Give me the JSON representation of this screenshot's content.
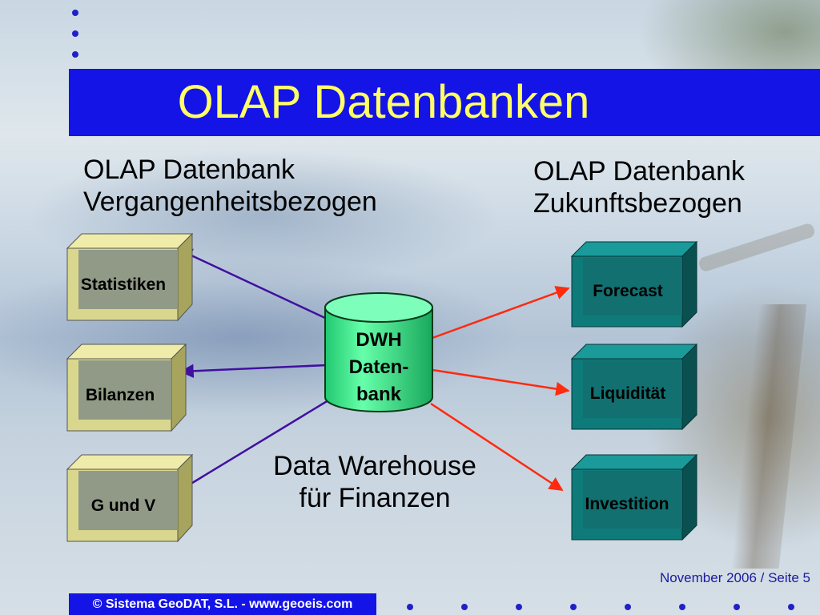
{
  "title": "OLAP Datenbanken",
  "left_heading": {
    "line1": "OLAP Datenbank",
    "line2": "Vergangenheitsbezogen"
  },
  "right_heading": {
    "line1": "OLAP Datenbank",
    "line2": "Zukunftsbezogen"
  },
  "left_boxes": [
    {
      "label": "Statistiken"
    },
    {
      "label": "Bilanzen"
    },
    {
      "label": "G und V"
    }
  ],
  "right_boxes": [
    {
      "label": "Forecast"
    },
    {
      "label": "Liquidität"
    },
    {
      "label": "Investition"
    }
  ],
  "center_db": {
    "line1": "DWH",
    "line2": "Daten-",
    "line3": "bank"
  },
  "caption": {
    "line1": "Data Warehouse",
    "line2": "für Finanzen"
  },
  "footer": {
    "page_info": "November 2006 / Seite 5",
    "copyright": "© Sistema GeoDAT, S.L. - www.geoeis.com"
  },
  "colors": {
    "title_bar": "#1414e6",
    "title_text": "#ffff66",
    "left_box_light": "#e8e6a0",
    "left_box_dark": "#b5b36a",
    "left_box_face": "#8f9a86",
    "right_box_light": "#1a8f8f",
    "right_box_dark": "#0b5f5f",
    "right_box_face": "#0f7373",
    "db_fill": "#33ee88",
    "arrow_left": "#4010a0",
    "arrow_right": "#ff2a10"
  }
}
